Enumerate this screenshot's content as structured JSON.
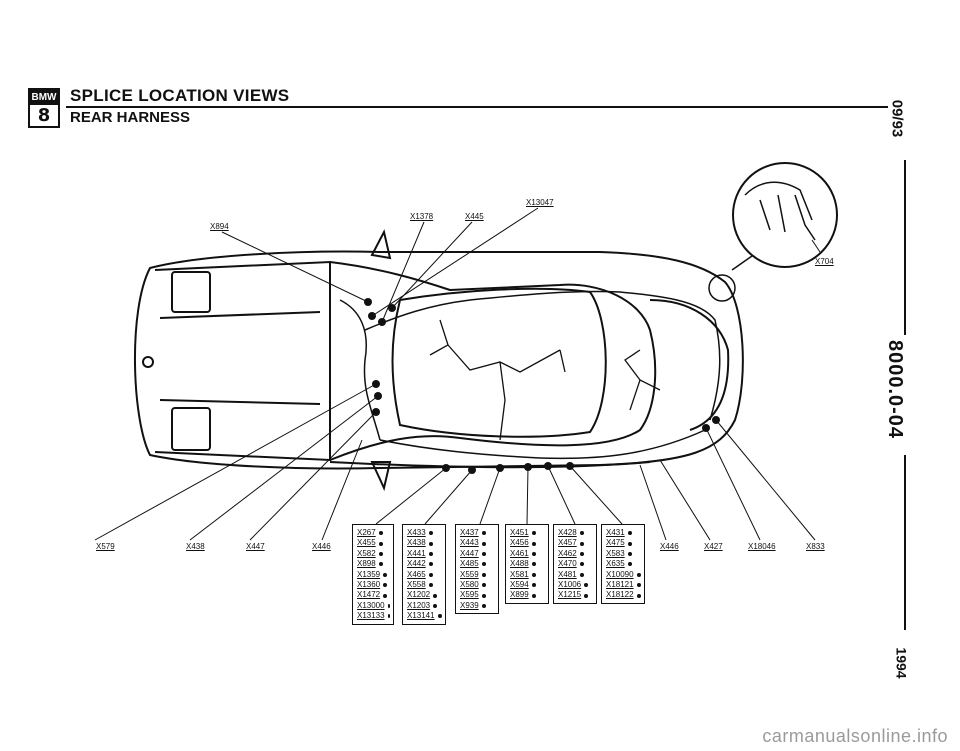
{
  "header": {
    "logo_top": "BMW",
    "logo_bottom": "8",
    "title": "SPLICE LOCATION VIEWS",
    "subtitle": "REAR HARNESS"
  },
  "side": {
    "date": "09/93",
    "code": "8000.0-04",
    "year": "1994"
  },
  "callouts": {
    "x894": "X894",
    "x1378": "X1378",
    "x445": "X445",
    "x13047": "X13047",
    "x704": "X704",
    "x579": "X579",
    "x438": "X438",
    "x447": "X447",
    "x446_left": "X446",
    "x446_right": "X446",
    "x427": "X427",
    "x18046": "X18046",
    "x833": "X833"
  },
  "boxes": [
    [
      "X267",
      "X455",
      "X582",
      "X898",
      "X1359",
      "X1360",
      "X1472",
      "X13000",
      "X13133"
    ],
    [
      "X433",
      "X438",
      "X441",
      "X442",
      "X465",
      "X558",
      "X1202",
      "X1203",
      "X13141"
    ],
    [
      "X437",
      "X443",
      "X447",
      "X485",
      "X559",
      "X580",
      "X595",
      "X939"
    ],
    [
      "X451",
      "X456",
      "X461",
      "X488",
      "X581",
      "X594",
      "X899"
    ],
    [
      "X428",
      "X457",
      "X462",
      "X470",
      "X481",
      "X1006",
      "X1215"
    ],
    [
      "X431",
      "X475",
      "X583",
      "X635",
      "X10090",
      "X18121",
      "X18122"
    ]
  ],
  "watermark": "carmanualsonline.info"
}
